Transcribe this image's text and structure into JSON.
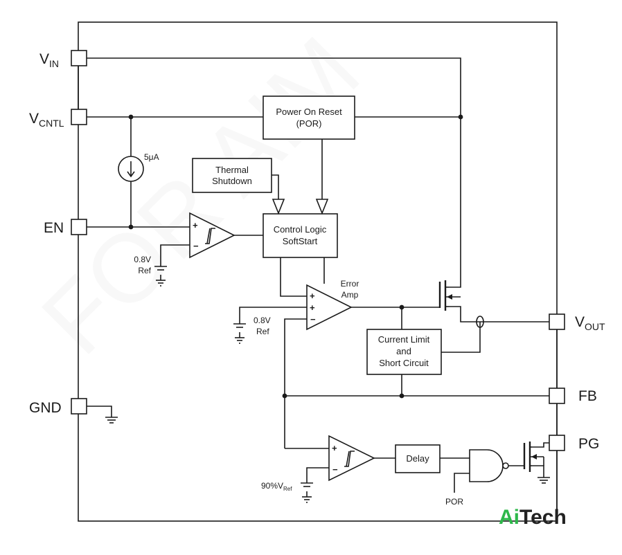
{
  "pins": {
    "vin": {
      "main": "V",
      "sub": "IN"
    },
    "vcntl": {
      "main": "V",
      "sub": "CNTL"
    },
    "en": {
      "main": "EN"
    },
    "gnd": {
      "main": "GND"
    },
    "vout": {
      "main": "V",
      "sub": "OUT"
    },
    "fb": {
      "main": "FB"
    },
    "pg": {
      "main": "PG"
    }
  },
  "blocks": {
    "por": [
      "Power On Reset",
      "(POR)"
    ],
    "thermal": [
      "Thermal",
      "Shutdown"
    ],
    "control": [
      "Control Logic",
      "SoftStart"
    ],
    "current_limit": [
      "Current Limit",
      "and",
      "Short Circuit"
    ],
    "delay": [
      "Delay"
    ]
  },
  "labels": {
    "current_source": "5μA",
    "ref_en": [
      "0.8V",
      "Ref"
    ],
    "ref_err": [
      "0.8V",
      "Ref"
    ],
    "ref_pg": "90%V",
    "ref_pg_sub": "Ref",
    "error_amp": [
      "Error",
      "Amp"
    ],
    "por_input": "POR",
    "plus": "+",
    "minus": "−"
  },
  "logo": {
    "part1": "Ai",
    "part2": "Tech",
    "color1": "#2db84a",
    "color2": "#222222"
  },
  "watermark": "FOR AIM"
}
